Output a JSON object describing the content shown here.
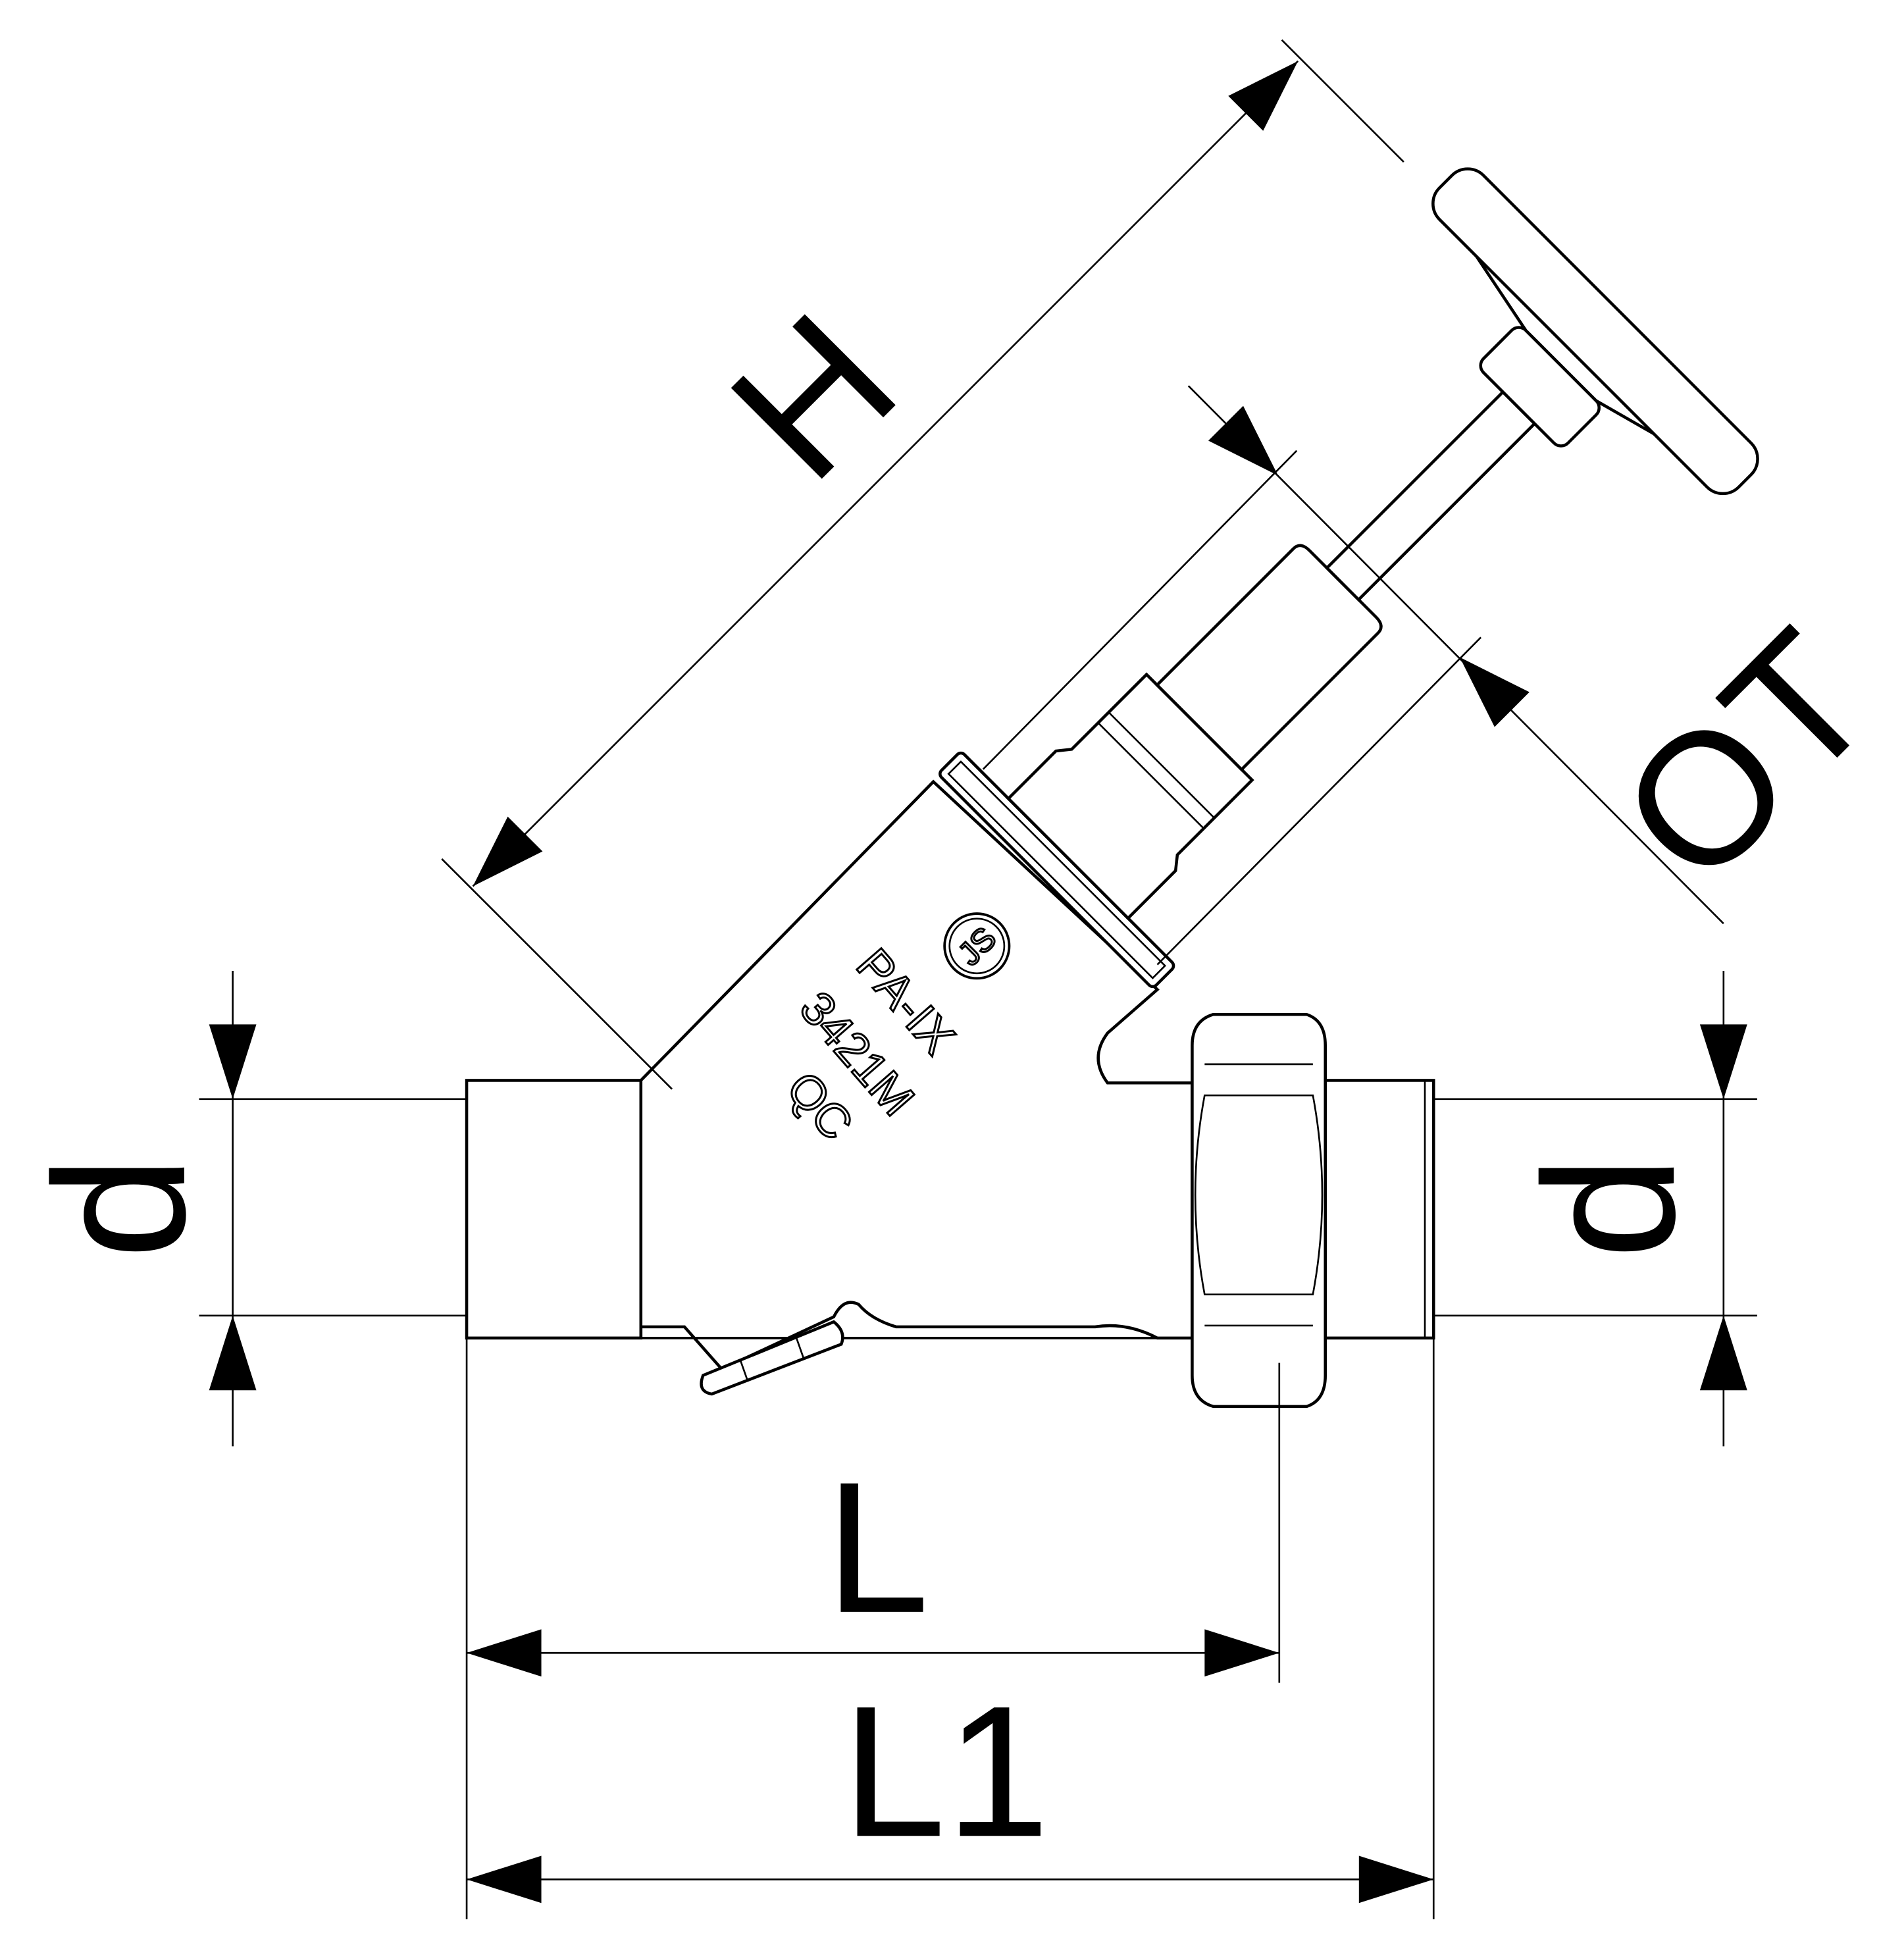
{
  "drawing": {
    "dimensions": {
      "height_label": "H",
      "outlet_label": "OT",
      "diameter_left_label": "d",
      "diameter_right_label": "d",
      "length_label": "L",
      "length_total_label": "L1"
    },
    "body_markings": {
      "logo_text": "JS",
      "material": "PA-IX",
      "code": "3421M",
      "quality": "QC"
    }
  }
}
